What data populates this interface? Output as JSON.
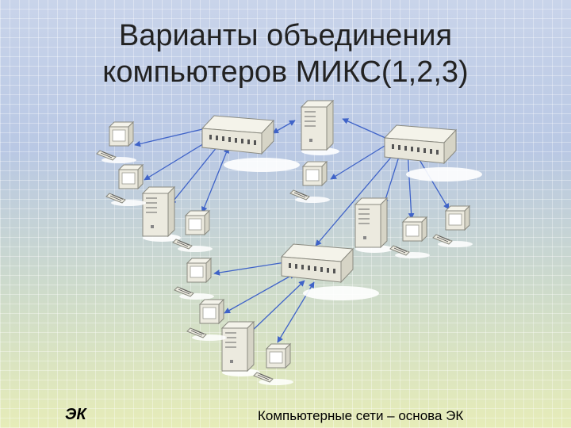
{
  "slide": {
    "title_line1": "Варианты объединения",
    "title_line2": "компьютеров МИКС(1,2,3)",
    "footer_left": "ЭК",
    "footer_right": "Компьютерные сети – основа ЭК"
  },
  "colors": {
    "link": "#3f63c8",
    "device_body": "#eceadf",
    "device_edge": "#8a8a80",
    "screen": "#ffffff"
  },
  "icons": [
    "hub-icon",
    "server-icon",
    "workstation-icon"
  ]
}
